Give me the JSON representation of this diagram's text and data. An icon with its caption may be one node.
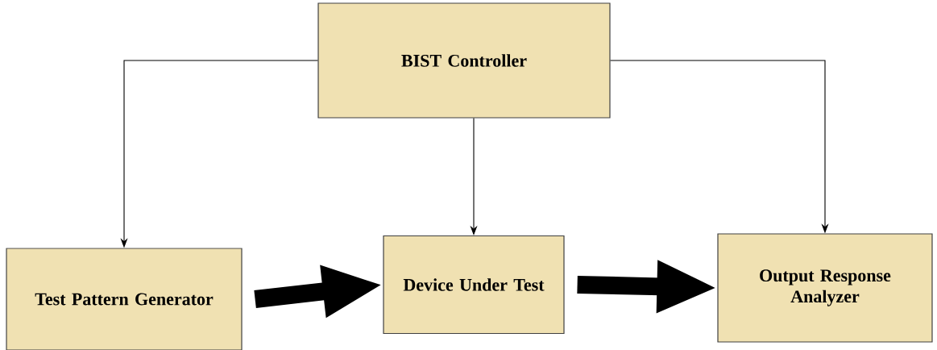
{
  "diagram": {
    "nodes": [
      {
        "text": [
          "BIST Controller"
        ]
      },
      {
        "text": [
          "Test Pattern Generator"
        ]
      },
      {
        "text": [
          "Device Under Test"
        ]
      },
      {
        "text": [
          "Output Response Analyzer"
        ]
      }
    ],
    "edges": [
      {
        "from": 0,
        "to": 1,
        "arrow": "to"
      },
      {
        "from": 0,
        "to": 2,
        "arrow": "to"
      },
      {
        "from": 0,
        "to": 3,
        "arrow": "to"
      },
      {
        "from": 1,
        "to": 2,
        "arrow": "to",
        "style": "thick"
      },
      {
        "from": 2,
        "to": 3,
        "arrow": "to",
        "style": "thick"
      }
    ]
  }
}
